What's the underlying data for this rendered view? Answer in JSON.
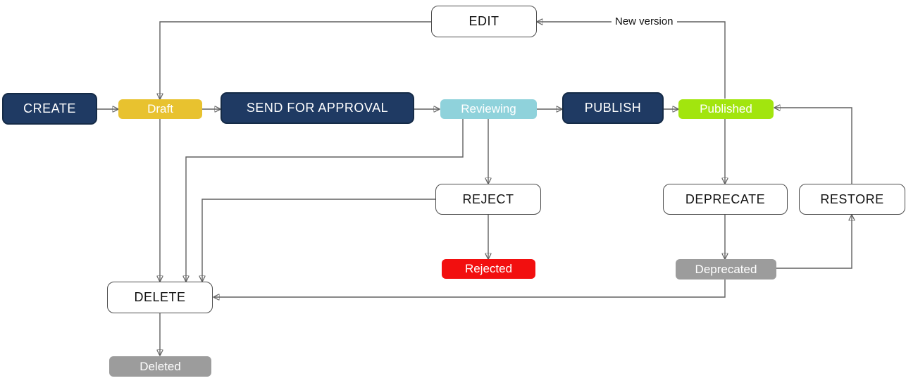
{
  "diagram": {
    "kind": "document-lifecycle-state-flowchart",
    "background": "#ffffff",
    "nodes": {
      "create": {
        "label": "CREATE",
        "type": "action",
        "fill": "#1f3a63",
        "text_color": "#ffffff"
      },
      "draft": {
        "label": "Draft",
        "type": "state",
        "fill": "#e8c22f",
        "text_color": "#ffffff"
      },
      "send_for_approval": {
        "label": "SEND FOR APPROVAL",
        "type": "action",
        "fill": "#1f3a63",
        "text_color": "#ffffff"
      },
      "reviewing": {
        "label": "Reviewing",
        "type": "state",
        "fill": "#8fd2db",
        "text_color": "#ffffff"
      },
      "publish": {
        "label": "PUBLISH",
        "type": "action",
        "fill": "#1f3a63",
        "text_color": "#ffffff"
      },
      "published": {
        "label": "Published",
        "type": "state",
        "fill": "#a2e50e",
        "text_color": "#ffffff"
      },
      "edit": {
        "label": "EDIT",
        "type": "outline",
        "fill": "#ffffff",
        "text_color": "#111111"
      },
      "reject": {
        "label": "REJECT",
        "type": "outline",
        "fill": "#ffffff",
        "text_color": "#111111"
      },
      "rejected": {
        "label": "Rejected",
        "type": "state",
        "fill": "#f20f0f",
        "text_color": "#ffffff"
      },
      "deprecate": {
        "label": "DEPRECATE",
        "type": "outline",
        "fill": "#ffffff",
        "text_color": "#111111"
      },
      "restore": {
        "label": "RESTORE",
        "type": "outline",
        "fill": "#ffffff",
        "text_color": "#111111"
      },
      "deprecated": {
        "label": "Deprecated",
        "type": "state",
        "fill": "#9c9c9c",
        "text_color": "#ffffff"
      },
      "delete": {
        "label": "DELETE",
        "type": "outline",
        "fill": "#ffffff",
        "text_color": "#111111"
      },
      "deleted": {
        "label": "Deleted",
        "type": "state",
        "fill": "#9c9c9c",
        "text_color": "#ffffff"
      }
    },
    "edges": [
      {
        "from": "create",
        "to": "draft",
        "label": ""
      },
      {
        "from": "draft",
        "to": "send_for_approval",
        "label": ""
      },
      {
        "from": "send_for_approval",
        "to": "reviewing",
        "label": ""
      },
      {
        "from": "reviewing",
        "to": "publish",
        "label": ""
      },
      {
        "from": "publish",
        "to": "published",
        "label": ""
      },
      {
        "from": "published",
        "to": "edit",
        "label": "New version"
      },
      {
        "from": "edit",
        "to": "draft",
        "label": ""
      },
      {
        "from": "draft",
        "to": "delete",
        "label": ""
      },
      {
        "from": "reviewing",
        "to": "delete",
        "label": ""
      },
      {
        "from": "reviewing",
        "to": "reject",
        "label": ""
      },
      {
        "from": "reject",
        "to": "delete",
        "label": ""
      },
      {
        "from": "reject",
        "to": "rejected",
        "label": ""
      },
      {
        "from": "published",
        "to": "deprecate",
        "label": ""
      },
      {
        "from": "deprecate",
        "to": "deprecated",
        "label": ""
      },
      {
        "from": "deprecated",
        "to": "restore",
        "label": ""
      },
      {
        "from": "restore",
        "to": "published",
        "label": ""
      },
      {
        "from": "deprecated",
        "to": "delete",
        "label": ""
      },
      {
        "from": "delete",
        "to": "deleted",
        "label": ""
      }
    ],
    "edge_labels": {
      "new_version": "New version"
    },
    "colors": {
      "action_fill": "#1f3a63",
      "action_border": "#152b47",
      "outline_border": "#4d4d4d",
      "connector": "#616161",
      "draft_gold": "#e8c22f",
      "reviewing_teal": "#8fd2db",
      "published_lime": "#a2e50e",
      "rejected_red": "#f20f0f",
      "terminal_gray": "#9c9c9c"
    }
  }
}
